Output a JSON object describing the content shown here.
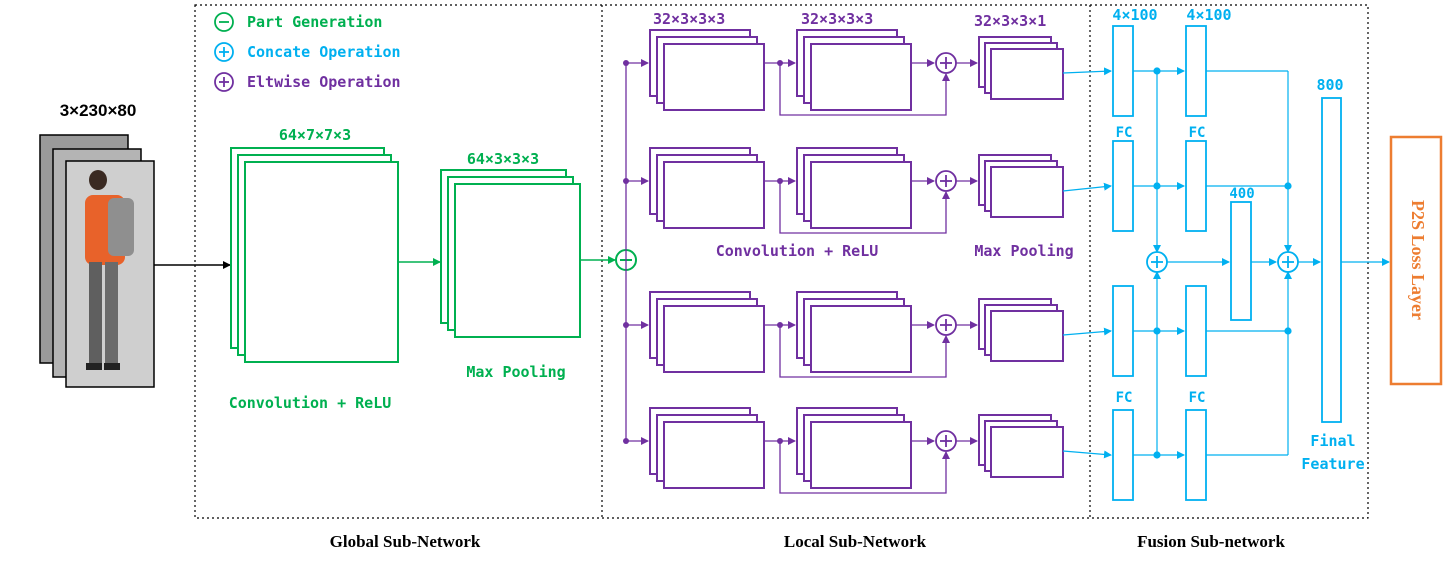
{
  "colors": {
    "global": "#00b050",
    "local": "#7030a0",
    "fusion": "#00b0f0",
    "loss": "#ed7d31",
    "black": "#000000"
  },
  "input": {
    "dims": "3×230×80"
  },
  "legend": [
    {
      "symbol": "minus",
      "label": "Part Generation",
      "color": "#00b050"
    },
    {
      "symbol": "plus",
      "label": "Concate Operation",
      "color": "#00b0f0"
    },
    {
      "symbol": "plus",
      "label": "Eltwise Operation",
      "color": "#7030a0"
    }
  ],
  "global": {
    "conv_dims": "64×7×7×3",
    "conv_label": "Convolution + ReLU",
    "pool_dims": "64×3×3×3",
    "pool_label": "Max Pooling"
  },
  "local": {
    "conv1_dims": "32×3×3×3",
    "conv2_dims": "32×3×3×3",
    "pool_dims": "32×3×3×1",
    "conv_label": "Convolution + ReLU",
    "pool_label": "Max Pooling"
  },
  "fusion": {
    "dim_a": "4×100",
    "dim_b": "4×100",
    "fc_label": "FC",
    "concat_dim": "400",
    "final_dim": "800",
    "final_label_line1": "Final",
    "final_label_line2": "Feature"
  },
  "loss": {
    "label": "P2S Loss Layer"
  },
  "sections": {
    "global": "Global Sub-Network",
    "local": "Local Sub-Network",
    "fusion": "Fusion Sub-network"
  }
}
